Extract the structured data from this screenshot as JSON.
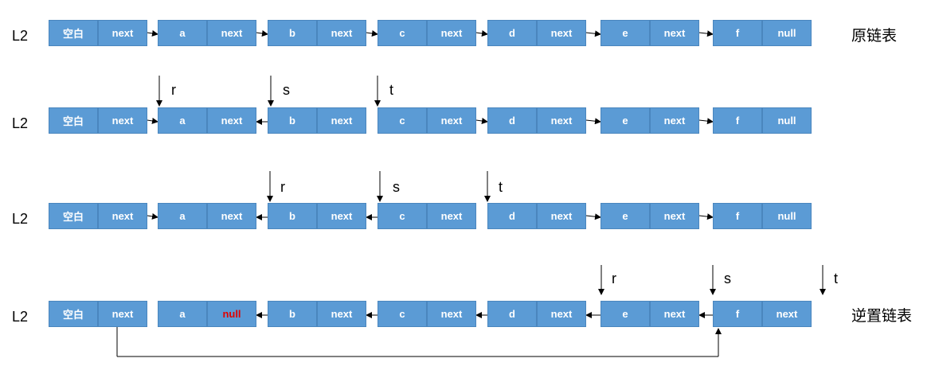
{
  "rows": [
    {
      "label": "L2",
      "side_label": "原链表",
      "nodes": [
        {
          "value": "空白",
          "next": "next"
        },
        {
          "value": "a",
          "next": "next"
        },
        {
          "value": "b",
          "next": "next"
        },
        {
          "value": "c",
          "next": "next"
        },
        {
          "value": "d",
          "next": "next"
        },
        {
          "value": "e",
          "next": "next"
        },
        {
          "value": "f",
          "next": "null"
        }
      ],
      "pointers": []
    },
    {
      "label": "L2",
      "side_label": "",
      "nodes": [
        {
          "value": "空白",
          "next": "next"
        },
        {
          "value": "a",
          "next": "next"
        },
        {
          "value": "b",
          "next": "next"
        },
        {
          "value": "c",
          "next": "next"
        },
        {
          "value": "d",
          "next": "next"
        },
        {
          "value": "e",
          "next": "next"
        },
        {
          "value": "f",
          "next": "null"
        }
      ],
      "pointers": [
        {
          "name": "r",
          "target": "a"
        },
        {
          "name": "s",
          "target": "b"
        },
        {
          "name": "t",
          "target": "c"
        }
      ]
    },
    {
      "label": "L2",
      "side_label": "",
      "nodes": [
        {
          "value": "空白",
          "next": "next"
        },
        {
          "value": "a",
          "next": "next"
        },
        {
          "value": "b",
          "next": "next"
        },
        {
          "value": "c",
          "next": "next"
        },
        {
          "value": "d",
          "next": "next"
        },
        {
          "value": "e",
          "next": "next"
        },
        {
          "value": "f",
          "next": "null"
        }
      ],
      "pointers": [
        {
          "name": "r",
          "target": "b"
        },
        {
          "name": "s",
          "target": "c"
        },
        {
          "name": "t",
          "target": "d"
        }
      ]
    },
    {
      "label": "L2",
      "side_label": "逆置链表",
      "nodes": [
        {
          "value": "空白",
          "next": "next"
        },
        {
          "value": "a",
          "next": "null",
          "highlight": "#e00000"
        },
        {
          "value": "b",
          "next": "next"
        },
        {
          "value": "c",
          "next": "next"
        },
        {
          "value": "d",
          "next": "next"
        },
        {
          "value": "e",
          "next": "next"
        },
        {
          "value": "f",
          "next": "next"
        }
      ],
      "pointers": [
        {
          "name": "r",
          "target": "e"
        },
        {
          "name": "s",
          "target": "f"
        },
        {
          "name": "t",
          "target": "after-f"
        }
      ]
    }
  ]
}
